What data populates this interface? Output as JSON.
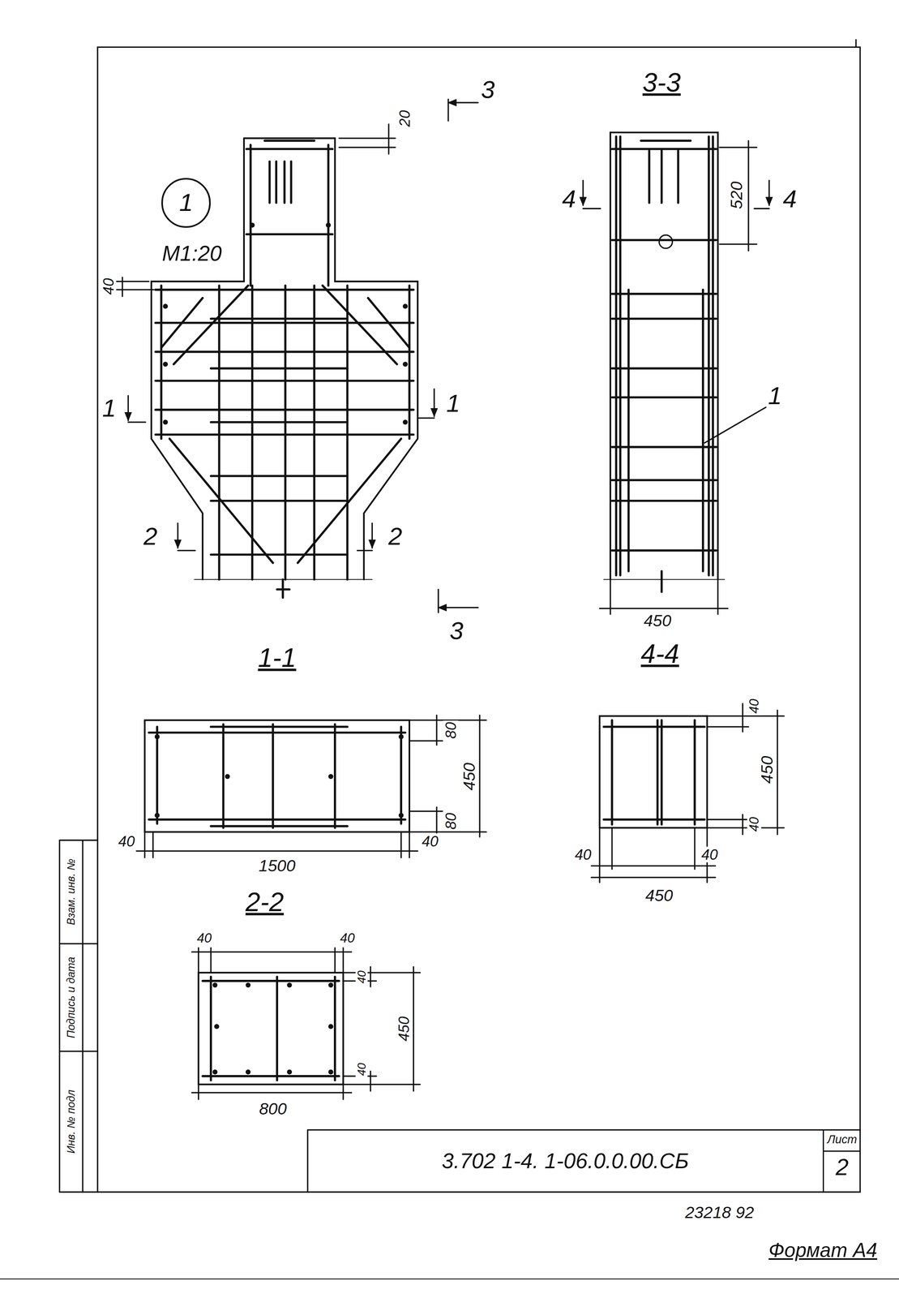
{
  "diagram": {
    "nodes": [
      {
        "text": [
          "1"
        ]
      },
      {
        "text": [
          "Взам. инв. №"
        ]
      },
      {
        "text": [
          "Подпись и дата"
        ]
      },
      {
        "text": [
          "Инв. № подл"
        ]
      },
      {
        "text": [
          "3.702 1-4. 1-06.0.0.00.СБ"
        ]
      },
      {
        "text": [
          "Лист",
          "2"
        ]
      }
    ],
    "labels": [
      "3",
      "3-3",
      "20",
      "M1:20",
      "40",
      "520",
      "4",
      "4",
      "1",
      "1",
      "1",
      "2",
      "2",
      "3",
      "450",
      "1-1",
      "4-4",
      "80",
      "80",
      "450",
      "40",
      "1500",
      "40",
      "40",
      "450",
      "40",
      "40",
      "40",
      "450",
      "2-2",
      "40",
      "40",
      "40",
      "450",
      "40",
      "800",
      "23218 92",
      "Формат А4"
    ]
  }
}
